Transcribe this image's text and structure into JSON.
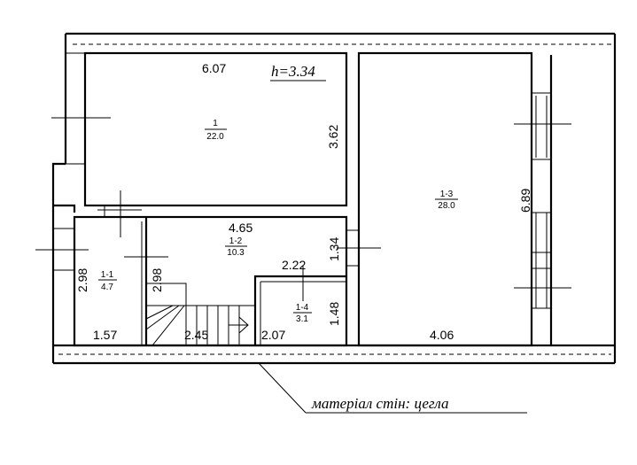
{
  "plan": {
    "height_note": "h=3.34",
    "material_note": "матеріал стін: цегла",
    "dimensions": {
      "room1_top": "6.07",
      "room1_side": "3.62",
      "room12_top": "4.65",
      "room12_side": "1.34",
      "room14_top": "2.22",
      "room14_side": "1.48",
      "room11_side": "2.98",
      "stair_side": "2.98",
      "bottom_left": "1.57",
      "bottom_stair": "2.45",
      "bottom_mid": "2.07",
      "bottom_right": "4.06",
      "room13_side": "6.89"
    },
    "rooms": [
      {
        "id": "1",
        "area": "22.0"
      },
      {
        "id": "1-2",
        "area": "10.3"
      },
      {
        "id": "1-1",
        "area": "4.7"
      },
      {
        "id": "1-4",
        "area": "3.1"
      },
      {
        "id": "1-3",
        "area": "28.0"
      }
    ]
  }
}
